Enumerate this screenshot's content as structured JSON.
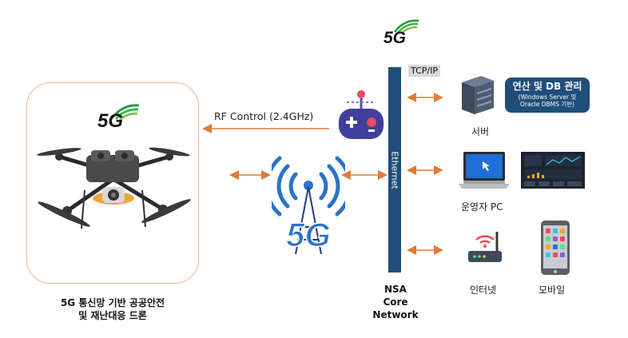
{
  "logo_5g": "5G",
  "links": {
    "rf_control": "RF Control (2.4GHz)",
    "tcp_ip": "TCP/IP",
    "ethernet": "Ethernet"
  },
  "drone": {
    "caption_line1": "5G 통신망 기반 공공안전",
    "caption_line2": "및 재난대응 드론"
  },
  "core": {
    "line1": "NSA",
    "line2": "Core",
    "line3": "Network"
  },
  "server": {
    "label": "서버",
    "db_main": "연산 및 DB 관리",
    "db_sub1": "(Windows Server 및",
    "db_sub2": "Oracle DBMS 기반)"
  },
  "operator_pc": {
    "label": "운영자 PC"
  },
  "internet": {
    "label": "인터넷"
  },
  "mobile": {
    "label": "모바일"
  },
  "colors": {
    "arrow": "#e07b39",
    "bar": "#1f4e79",
    "drone_border": "#f2b48a",
    "logo_green": "#1e9b3c",
    "tower_blue": "#2a73c8"
  }
}
